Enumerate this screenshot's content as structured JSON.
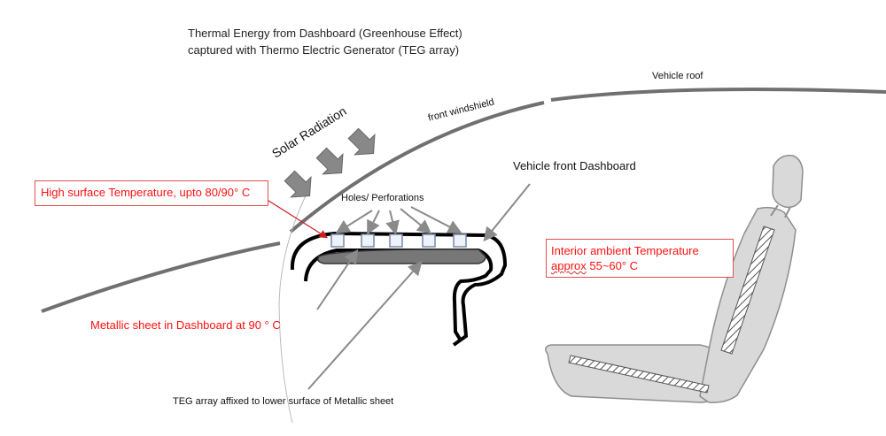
{
  "title": {
    "line1": "Thermal Energy from Dashboard (Greenhouse Effect)",
    "line2": "captured with Thermo Electric Generator (TEG array)"
  },
  "labels": {
    "vehicle_roof": "Vehicle roof",
    "front_windshield": "front windshield",
    "solar_radiation": "Solar Radiation",
    "vehicle_front_dashboard": "Vehicle front Dashboard",
    "holes_perforations": "Holes/ Perforations",
    "teg_array": "TEG array affixed to lower surface of Metallic sheet"
  },
  "callouts": {
    "high_surface_temp": "High surface Temperature, upto 80/90° C",
    "metallic_sheet": "Metallic sheet in Dashboard at 90 ° C",
    "interior_ambient_line1": "Interior ambient Temperature",
    "interior_ambient_approx": "approx",
    "interior_ambient_value": " 55~60° C"
  },
  "colors": {
    "annotation_red": "#ff1010",
    "box_border": "#e05050",
    "roof_gray": "#707070",
    "arrow_gray": "#8a8a8a",
    "seat_fill": "#d9d9d9"
  }
}
